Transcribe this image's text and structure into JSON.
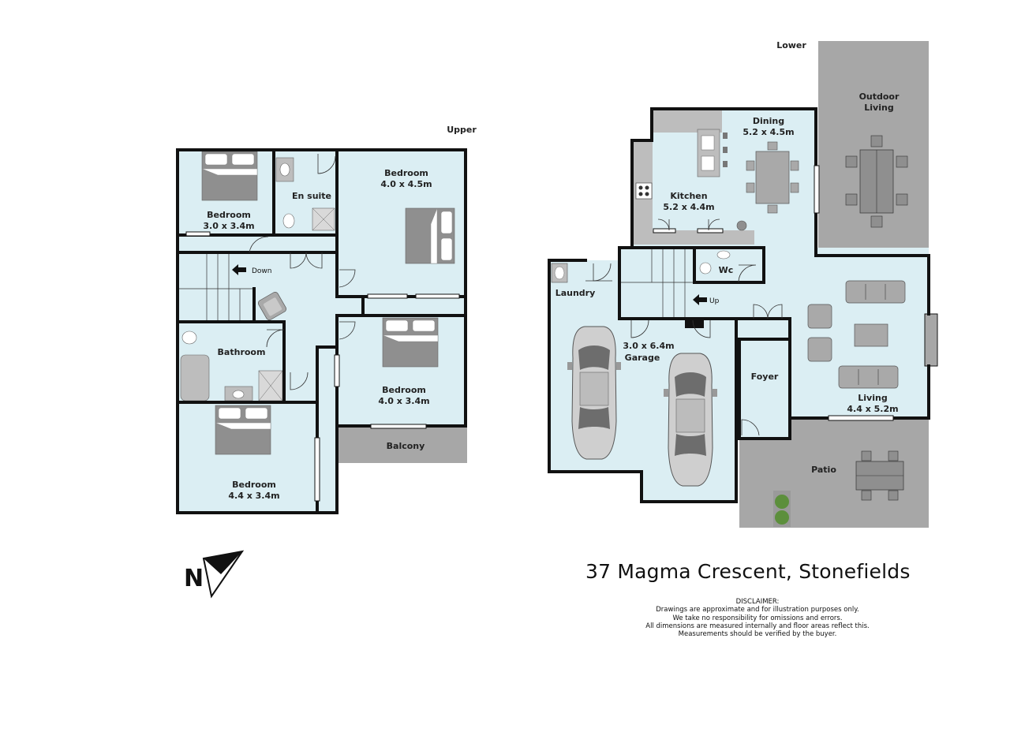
{
  "floors": {
    "upper": "Upper",
    "lower": "Lower"
  },
  "upper_rooms": {
    "bedroom_nw": {
      "name": "Bedroom",
      "size": "3.0 x 3.4m"
    },
    "ensuite": {
      "name": "En suite"
    },
    "bedroom_ne": {
      "name": "Bedroom",
      "size": "4.0 x 4.5m"
    },
    "stairs": {
      "name": "Down"
    },
    "bathroom": {
      "name": "Bathroom"
    },
    "bedroom_e": {
      "name": "Bedroom",
      "size": "4.0 x 3.4m"
    },
    "balcony": {
      "name": "Balcony"
    },
    "bedroom_sw": {
      "name": "Bedroom",
      "size": "4.4 x 3.4m"
    }
  },
  "lower_rooms": {
    "outdoor": {
      "name1": "Outdoor",
      "name2": "Living"
    },
    "dining": {
      "name": "Dining",
      "size": "5.2 x 4.5m"
    },
    "kitchen": {
      "name": "Kitchen",
      "size": "5.2 x 4.4m"
    },
    "wc": {
      "name": "Wc"
    },
    "laundry": {
      "name": "Laundry"
    },
    "stairs": {
      "name": "Up"
    },
    "garage": {
      "name": "Garage",
      "size": "3.0 x 6.4m"
    },
    "foyer": {
      "name": "Foyer"
    },
    "living": {
      "name": "Living",
      "size": "4.4 x 5.2m"
    },
    "patio": {
      "name": "Patio"
    }
  },
  "compass": {
    "letter": "N"
  },
  "address": "37 Magma Crescent, Stonefields",
  "disclaimer": {
    "title": "DISCLAIMER:",
    "lines": [
      "Drawings are approximate and for illustration purposes only.",
      "We take no responsibility for omissions and errors.",
      "All dimensions are measured internally and floor areas reflect this.",
      "Measurements should be verified by the buyer."
    ]
  },
  "colors": {
    "floor": "#dbeef3",
    "outdoor": "#a7a7a7",
    "wall": "#111111",
    "furniture": "#8f8f8f",
    "bench": "#bdbdbd"
  }
}
